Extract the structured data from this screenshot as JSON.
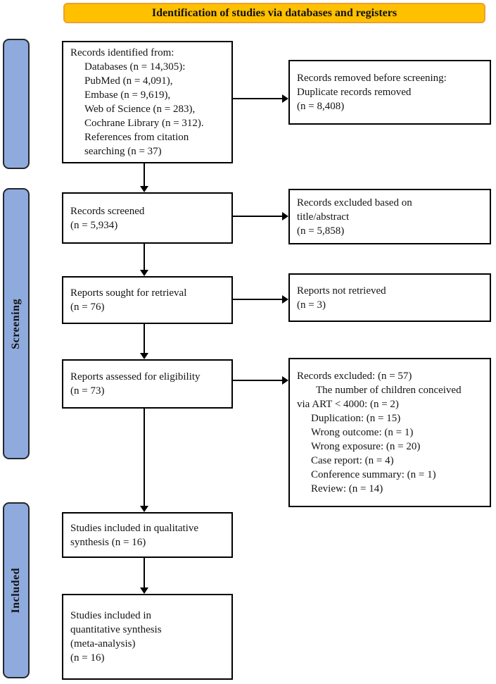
{
  "banner": {
    "title": "Identification of studies via databases and registers"
  },
  "sidebar": {
    "screening": "Screening",
    "included": "Included"
  },
  "boxes": {
    "identified": {
      "lines": [
        "Records identified from:",
        "Databases (n = 14,305):",
        "PubMed (n = 4,091),",
        "Embase (n = 9,619),",
        "Web of Science (n = 283),",
        "Cochrane Library (n = 312).",
        "References from citation",
        "searching (n = 37)"
      ]
    },
    "screened": {
      "lines": [
        "Records screened",
        "(n = 5,934)"
      ]
    },
    "sought": {
      "lines": [
        "Reports sought for retrieval",
        "(n = 76)"
      ]
    },
    "assessed": {
      "lines": [
        "Reports assessed for eligibility",
        "(n = 73)"
      ]
    },
    "qualitative": {
      "lines": [
        "Studies included in qualitative",
        "synthesis (n = 16)"
      ]
    },
    "quantitative": {
      "lines": [
        "Studies included in",
        "quantitative synthesis",
        "(meta-analysis)",
        "(n = 16)"
      ]
    },
    "removed": {
      "lines": [
        "Records removed before screening:",
        "Duplicate records removed",
        "(n = 8,408)"
      ]
    },
    "excluded_title_abstract": {
      "lines": [
        "Records excluded based on",
        "title/abstract",
        "(n = 5,858)"
      ]
    },
    "not_retrieved": {
      "lines": [
        "Reports not retrieved",
        "(n = 3)"
      ]
    },
    "excluded_eligibility": {
      "lines": [
        "Records excluded: (n = 57)",
        "The number of children conceived",
        "via ART < 4000: (n = 2)",
        "Duplication: (n = 15)",
        "Wrong outcome: (n = 1)",
        "Wrong exposure: (n = 20)",
        "Case report: (n = 4)",
        "Conference summary: (n = 1)",
        "Review: (n = 14)"
      ]
    }
  },
  "colors": {
    "banner_fill": "#FFC000",
    "banner_border": "#ED9F2F",
    "stage_bar_fill": "#8FAADC",
    "stage_bar_border": "#23272B",
    "box_border": "#000000",
    "arrow": "#000000",
    "text": "#141414"
  }
}
